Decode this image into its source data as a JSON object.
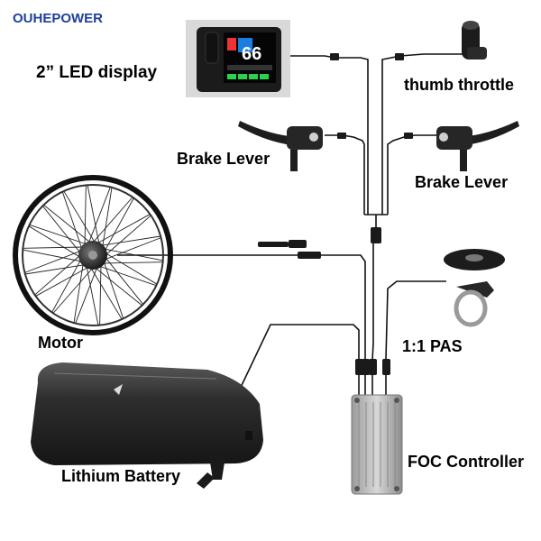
{
  "brand": "OUHEPOWER",
  "colors": {
    "brand": "#1f3f9a",
    "wire": "#111111",
    "controller": "#b9b9b9",
    "battery": "#2a2a2a"
  },
  "components": {
    "display": {
      "label": "2” LED display",
      "readout": "66",
      "icon": "lcd-display-icon"
    },
    "throttle": {
      "label": "thumb throttle",
      "icon": "thumb-throttle-icon"
    },
    "brake_left": {
      "label": "Brake Lever",
      "icon": "brake-lever-icon"
    },
    "brake_right": {
      "label": "Brake Lever",
      "icon": "brake-lever-icon"
    },
    "motor": {
      "label": "Motor",
      "icon": "hub-motor-wheel-icon"
    },
    "pas": {
      "label": "1:1 PAS",
      "icon": "pas-sensor-icon"
    },
    "battery": {
      "label": "Lithium Battery",
      "icon": "battery-pack-icon"
    },
    "controller": {
      "label": "FOC Controller",
      "icon": "controller-icon"
    }
  }
}
